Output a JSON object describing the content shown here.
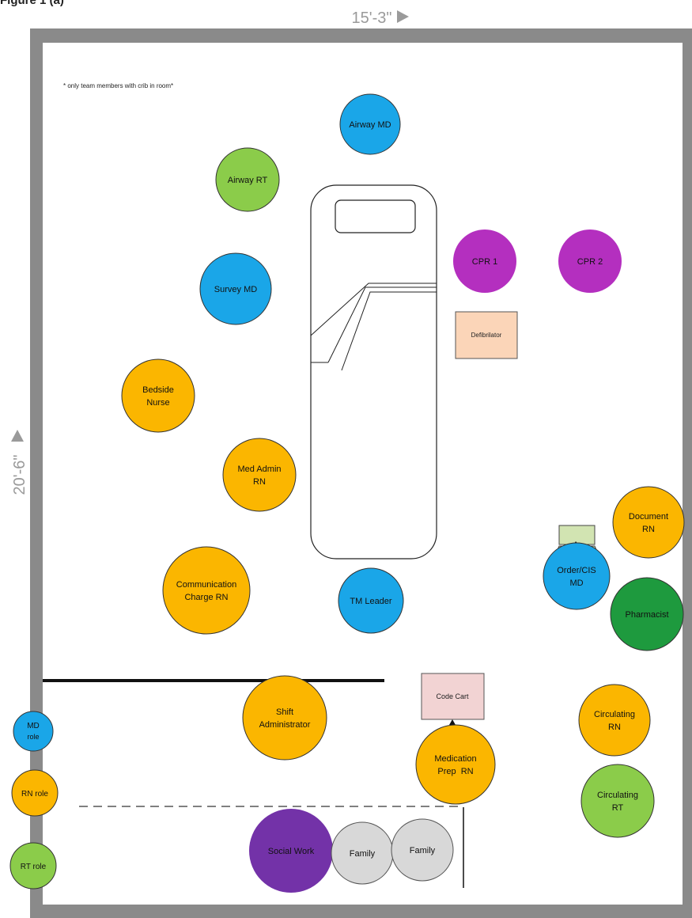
{
  "figure_label": "Figure 1 (a)",
  "dimensions": {
    "width_label": "15'-3\"",
    "height_label": "20'-6\""
  },
  "note": "* only team members with crib in room*",
  "colors": {
    "md": "#1aa6e8",
    "rn": "#fbb600",
    "rt": "#8bcc4a",
    "cpr": "#b42fbf",
    "pharmacist": "#1e9a3e",
    "social": "#7332a8",
    "family": "#d8d8d8",
    "defibrillator": "#fbd5b8",
    "code_cart": "#f2d3d3",
    "monitor": "#d2e4b2",
    "wall": "#8a8a8a"
  },
  "roles": {
    "airway_md": "Airway MD",
    "airway_rt": "Airway RT",
    "cpr1": "CPR 1",
    "cpr2": "CPR 2",
    "survey_md": "Survey MD",
    "bedside_nurse": [
      "Bedside",
      "Nurse"
    ],
    "med_admin": [
      "Med Admin",
      "RN"
    ],
    "document_rn": [
      "Document",
      "RN"
    ],
    "order_cis": [
      "Order/CIS",
      "MD"
    ],
    "communication": [
      "Communication",
      "Charge RN"
    ],
    "tm_leader": "TM Leader",
    "pharmacist": "Pharmacist",
    "shift_admin": [
      "Shift",
      "Administrator"
    ],
    "medication_prep": [
      "Medication",
      "Prep  RN"
    ],
    "circulating_rn": [
      "Circulating",
      "RN"
    ],
    "circulating_rt": [
      "Circulating",
      "RT"
    ],
    "social_work": "Social Work",
    "family1": "Family",
    "family2": "Family"
  },
  "equipment": {
    "defibrillator": "Defibrilator",
    "code_cart": "Code Cart"
  },
  "legend": {
    "md": [
      "MD",
      "role"
    ],
    "rn": "RN role",
    "rt": "RT role"
  }
}
